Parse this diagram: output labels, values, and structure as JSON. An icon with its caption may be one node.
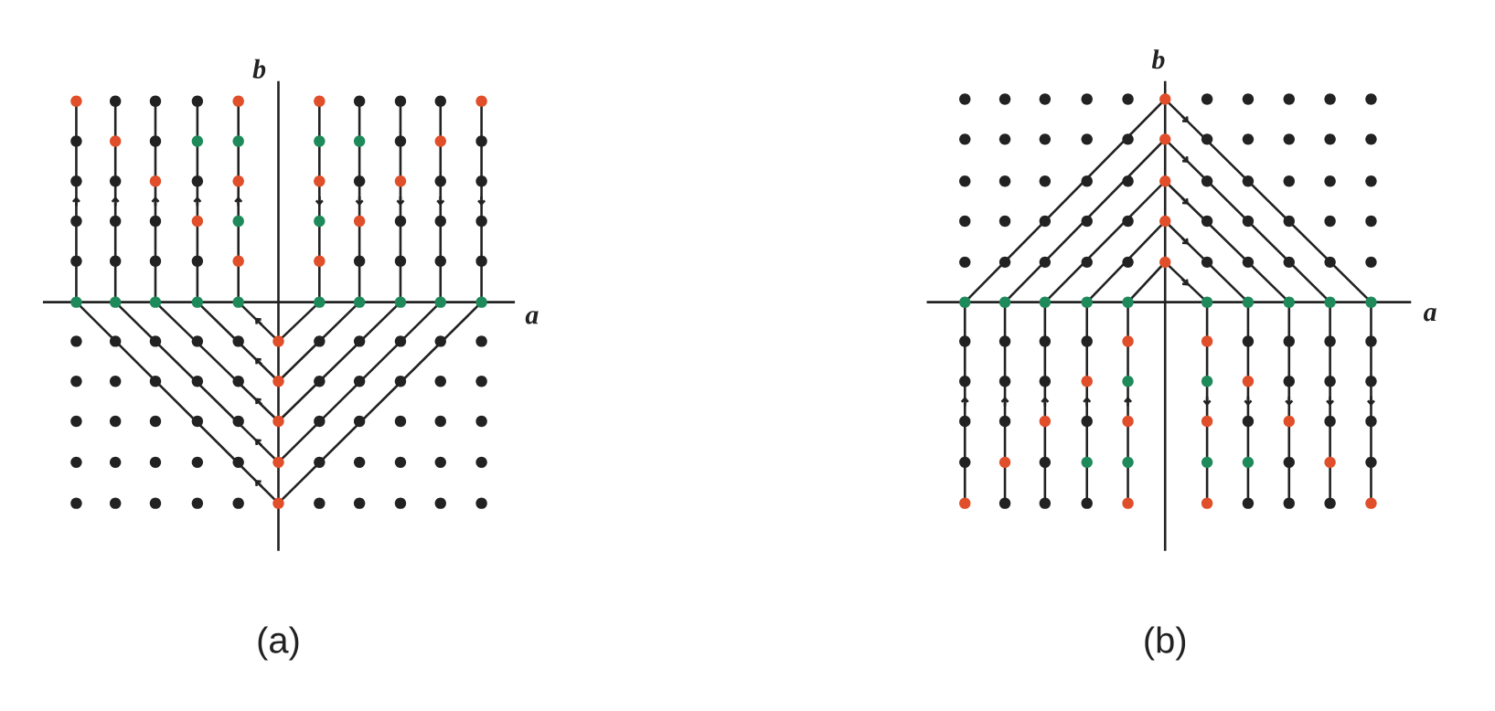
{
  "diagram": {
    "labels": [
      "b",
      "a",
      "(a)",
      "b",
      "a",
      "(b)"
    ]
  }
}
